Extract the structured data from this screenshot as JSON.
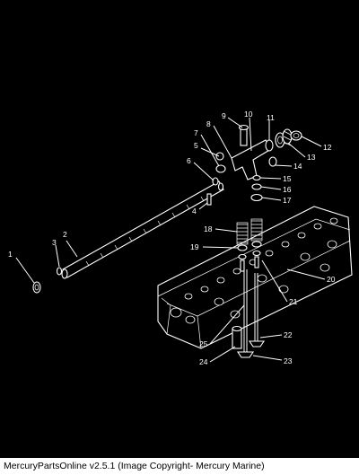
{
  "diagram": {
    "callouts": [
      "1",
      "2",
      "3",
      "4",
      "5",
      "6",
      "7",
      "8",
      "9",
      "10",
      "11",
      "12",
      "13",
      "14",
      "15",
      "16",
      "17",
      "18",
      "19",
      "20",
      "21",
      "22",
      "23",
      "24",
      "25"
    ]
  },
  "footer": {
    "caption": "MercuryPartsOnline v2.5.1 (Image Copyright- Mercury Marine)"
  }
}
